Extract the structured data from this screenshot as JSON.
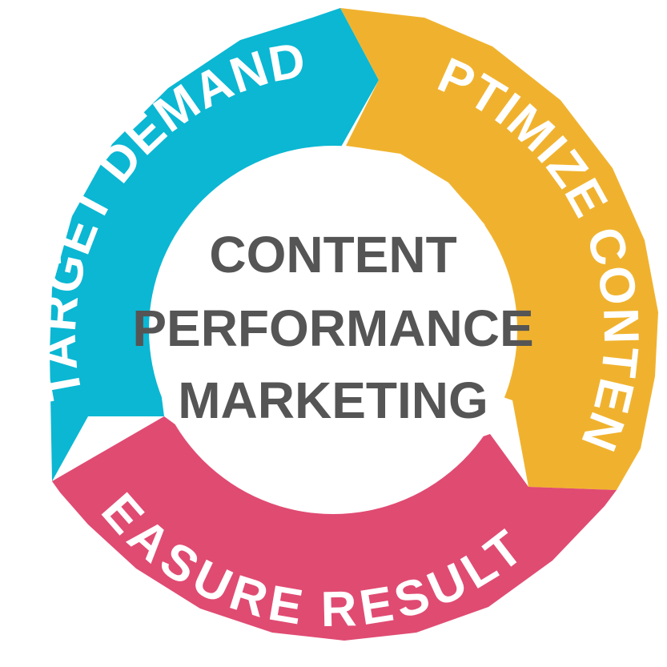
{
  "diagram": {
    "center_lines": [
      "CONTENT",
      "PERFORMANCE",
      "MARKETING"
    ],
    "segments": [
      {
        "label": "TARGET DEMAND",
        "color": "#0bb7d3"
      },
      {
        "label": "OPTIMIZE CONTENT",
        "color": "#f0b22e"
      },
      {
        "label": "MEASURE RESULTS",
        "color": "#e04b72"
      }
    ],
    "colors": {
      "center_text": "#555555",
      "label_text": "#ffffff",
      "background": "#ffffff"
    }
  }
}
